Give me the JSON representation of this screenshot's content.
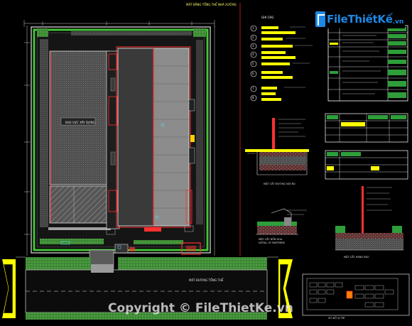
{
  "drawing": {
    "title": "MẶT BẰNG TỔNG THỂ NHÀ XƯỞNG",
    "site_label": "KHU VỰC XÂY DỰNG",
    "road_label": "MẶT ĐƯỜNG TỔNG THỂ",
    "legend_heading": "GHI CHÚ",
    "section_1": "MẶT CẮT ĐƯỜNG NỘI BỘ",
    "section_2": "MẶT CẮT BỒN HOA",
    "section_2b": "DETAIL OF PARTERRE",
    "section_3": "MẶT CẮT HÀNG RÀO",
    "keymap_label": "SƠ ĐỒ VỊ TRÍ"
  },
  "legend": {
    "markers": [
      "1",
      "2",
      "3",
      "4",
      "5",
      "6",
      "7",
      "8"
    ]
  },
  "colors": {
    "background": "#000000",
    "linework": "#dcdcdc",
    "accent_yellow": "#ffff00",
    "accent_green": "#2e9e3a",
    "accent_red": "#ff3030",
    "accent_blue": "#1e88e5"
  },
  "watermark": {
    "brand_main": "FileThiếtKế",
    "brand_tld": "vn",
    "copyright": "Copyright © FileThietKe.vn"
  }
}
